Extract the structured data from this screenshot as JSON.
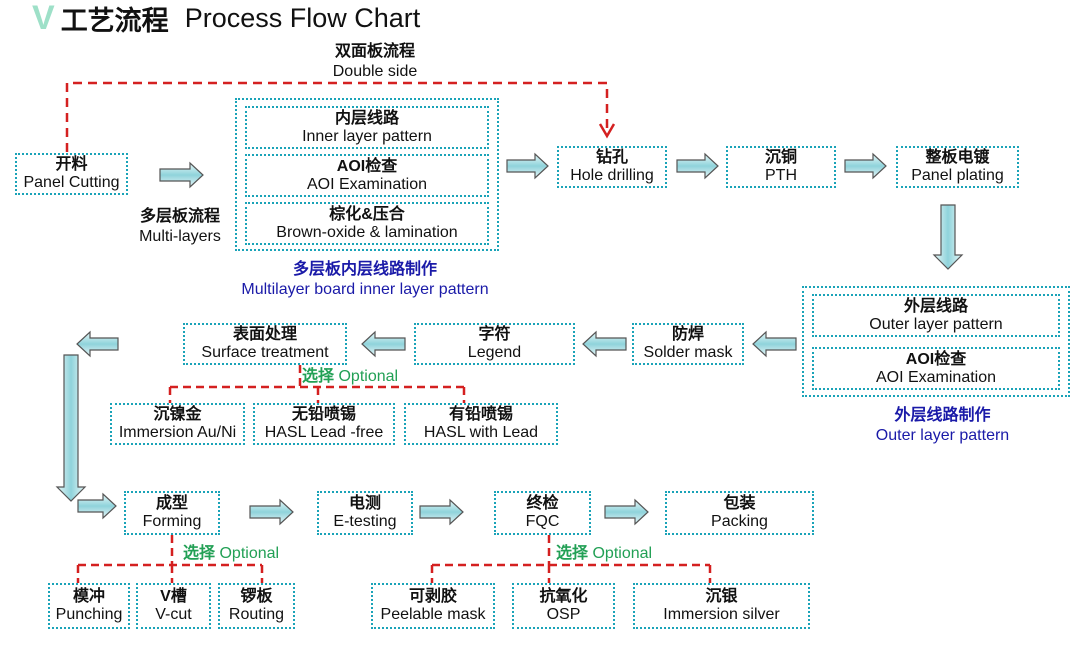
{
  "title": {
    "cn": "工艺流程",
    "en": "Process Flow Chart",
    "mark": "V"
  },
  "double_side": {
    "cn": "双面板流程",
    "en": "Double side"
  },
  "multi_layers": {
    "cn": "多层板流程",
    "en": "Multi-layers"
  },
  "inner_group": {
    "items": [
      {
        "cn": "内层线路",
        "en": "Inner layer pattern"
      },
      {
        "cn": "AOI检查",
        "en": "AOI Examination"
      },
      {
        "cn": "棕化&压合",
        "en": "Brown-oxide & lamination"
      }
    ],
    "caption_cn": "多层板内层线路制作",
    "caption_en": "Multilayer board inner layer pattern"
  },
  "outer_group": {
    "items": [
      {
        "cn": "外层线路",
        "en": "Outer layer pattern"
      },
      {
        "cn": "AOI检查",
        "en": "AOI Examination"
      }
    ],
    "caption_cn": "外层线路制作",
    "caption_en": "Outer layer pattern"
  },
  "steps": {
    "panel_cutting": {
      "cn": "开料",
      "en": "Panel Cutting"
    },
    "hole_drilling": {
      "cn": "钻孔",
      "en": "Hole drilling"
    },
    "pth": {
      "cn": "沉铜",
      "en": "PTH"
    },
    "panel_plating": {
      "cn": "整板电镀",
      "en": "Panel plating"
    },
    "solder_mask": {
      "cn": "防焊",
      "en": "Solder mask"
    },
    "legend": {
      "cn": "字符",
      "en": "Legend"
    },
    "surface_treatment": {
      "cn": "表面处理",
      "en": "Surface treatment"
    },
    "forming": {
      "cn": "成型",
      "en": "Forming"
    },
    "e_testing": {
      "cn": "电测",
      "en": "E-testing"
    },
    "fqc": {
      "cn": "终检",
      "en": "FQC"
    },
    "packing": {
      "cn": "包装",
      "en": "Packing"
    }
  },
  "optional": {
    "cn": "选择",
    "en": "Optional"
  },
  "surface_options": [
    {
      "cn": "沉镍金",
      "en": "Immersion Au/Ni"
    },
    {
      "cn": "无铅喷锡",
      "en": "HASL Lead -free"
    },
    {
      "cn": "有铅喷锡",
      "en": "HASL with Lead"
    }
  ],
  "forming_options": [
    {
      "cn": "模冲",
      "en": "Punching"
    },
    {
      "cn": "V槽",
      "en": "V-cut"
    },
    {
      "cn": "锣板",
      "en": "Routing"
    }
  ],
  "fqc_options": [
    {
      "cn": "可剥胶",
      "en": "Peelable mask"
    },
    {
      "cn": "抗氧化",
      "en": "OSP"
    },
    {
      "cn": "沉银",
      "en": "Immersion  silver"
    }
  ],
  "colors": {
    "box_border": "#1aa3b8",
    "dashed_line": "#d42020",
    "caption_blue": "#1a1aa8",
    "optional_green": "#22a055",
    "arrow_fill": "#bfe6ea"
  }
}
